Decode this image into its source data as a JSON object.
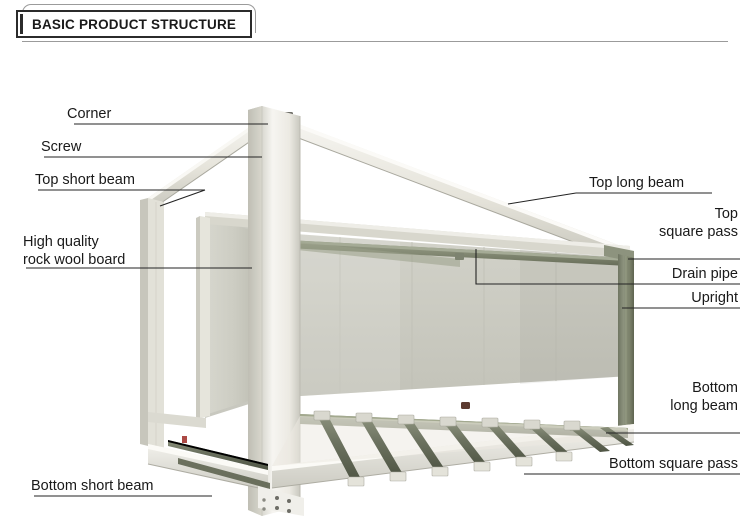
{
  "header": {
    "title": "BASIC PRODUCT STRUCTURE"
  },
  "diagram": {
    "subject": "flat-pack container house steel frame",
    "view": "three-quarter perspective, front-left open",
    "colors": {
      "frame_light": "#f1f0ec",
      "frame_shadow": "#cfcec6",
      "frame_dark_olive": "#7e8472",
      "joist_dark": "#636b58",
      "wall_panel": "#cfcfc6",
      "wall_panel_shade": "#bcbcb2",
      "leader_line": "#2a2a2a",
      "label_text": "#191919",
      "background": "#ffffff"
    },
    "parts": {
      "joist_count": 8,
      "wall_panel_count": 5
    }
  },
  "labels": {
    "corner": {
      "text": "Corner",
      "lines": [
        "Corner"
      ],
      "side": "left"
    },
    "screw": {
      "text": "Screw",
      "lines": [
        "Screw"
      ],
      "side": "left"
    },
    "top_short_beam": {
      "text": "Top short beam",
      "lines": [
        "Top short beam"
      ],
      "side": "left"
    },
    "rock_wool": {
      "text": "High quality rock wool board",
      "lines": [
        "High quality",
        "rock wool board"
      ],
      "side": "left"
    },
    "bottom_short_beam": {
      "text": "Bottom short beam",
      "lines": [
        "Bottom short beam"
      ],
      "side": "left"
    },
    "top_long_beam": {
      "text": "Top long beam",
      "lines": [
        "Top long beam"
      ],
      "side": "right"
    },
    "top_square_pass": {
      "text": "Top square pass",
      "lines": [
        "Top",
        "square pass"
      ],
      "side": "right"
    },
    "drain_pipe": {
      "text": "Drain pipe",
      "lines": [
        "Drain pipe"
      ],
      "side": "right"
    },
    "upright": {
      "text": "Upright",
      "lines": [
        "Upright"
      ],
      "side": "right"
    },
    "bottom_long_beam": {
      "text": "Bottom long beam",
      "lines": [
        "Bottom",
        "long beam"
      ],
      "side": "right"
    },
    "bottom_square_pass": {
      "text": "Bottom square pass",
      "lines": [
        "Bottom square pass"
      ],
      "side": "right"
    }
  }
}
